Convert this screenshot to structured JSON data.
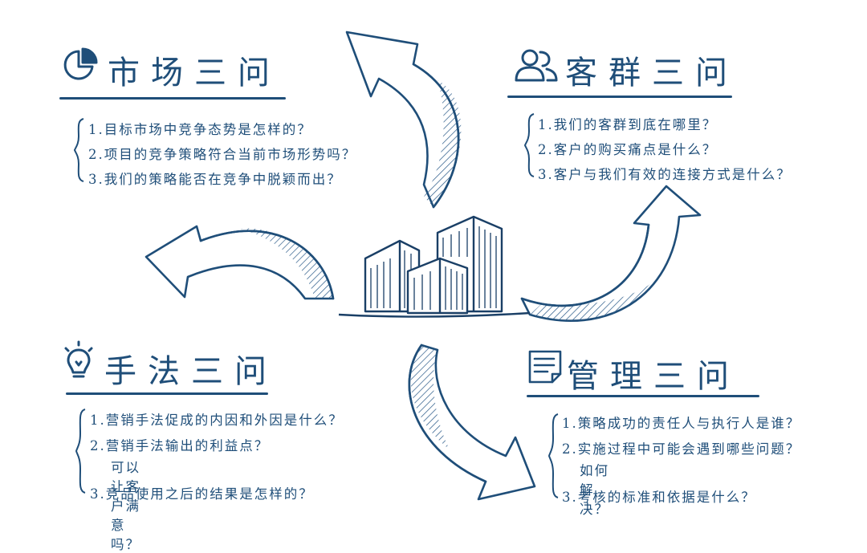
{
  "colors": {
    "ink": "#1f4e79",
    "ink_dark": "#1a3f66",
    "hatch": "#2a5a88",
    "paper": "#ffffff"
  },
  "sections": {
    "market": {
      "icon": "pie-chart-icon",
      "title": "市场三问",
      "questions": [
        "1.目标市场中竞争态势是怎样的？",
        "2.项目的竞争策略符合当前市场形势吗？",
        "3.我们的策略能否在竞争中脱颖而出？"
      ]
    },
    "customer": {
      "icon": "user-group-icon",
      "title": "客群三问",
      "questions": [
        "1.我们的客群到底在哪里？",
        "2.客户的购买痛点是什么？",
        "3.客户与我们有效的连接方式是什么？"
      ]
    },
    "method": {
      "icon": "lightbulb-icon",
      "title": "手法三问",
      "questions": [
        "1.营销手法促成的内因和外因是什么？",
        "2.营销手法输出的利益点？",
        "3.竞品使用之后的结果是怎样的？"
      ],
      "q2_continued": "可以让客户满意吗？"
    },
    "management": {
      "icon": "document-icon",
      "title": "管理三问",
      "questions": [
        "1.策略成功的责任人与执行人是谁？",
        "2.实施过程中可能会遇到哪些问题？",
        "3.考核的标准和依据是什么？"
      ],
      "q2_continued": "如何解决？"
    }
  },
  "center_graphic": "buildings-icon"
}
